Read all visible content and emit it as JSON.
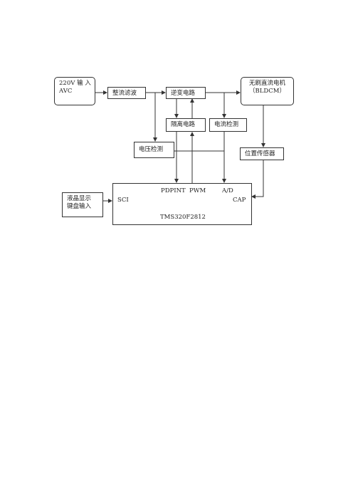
{
  "nodes": {
    "input": {
      "line1": "220V  输 入",
      "line2": "AVC"
    },
    "rectifier": {
      "label": "整流滤波"
    },
    "inverter": {
      "label": "逆变电路"
    },
    "motor": {
      "line1": "无刷直流电机",
      "line2": "（BLDCM）"
    },
    "isolation": {
      "label": "隔离电路"
    },
    "current_detect": {
      "label": "电流检测"
    },
    "voltage_detect": {
      "label": "电压检测"
    },
    "position_sensor": {
      "label": "位置传感器"
    },
    "lcd": {
      "line1": "液晶显示",
      "line2": "键盘输入"
    },
    "dsp": {
      "pdpint": "PDPINT",
      "pwm": "PWM",
      "ad": "A/D",
      "sci": "SCI",
      "cap": "CAP",
      "name": "TMS320F2812"
    }
  },
  "colors": {
    "line": "#333333",
    "text": "#222222"
  }
}
